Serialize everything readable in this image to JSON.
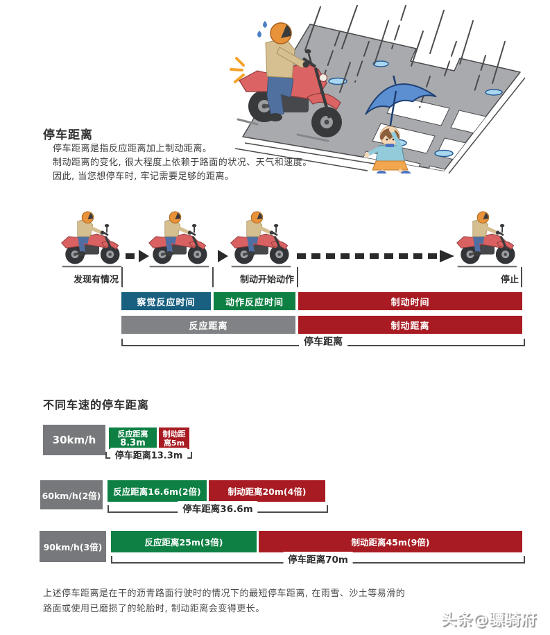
{
  "title": "停车距离",
  "intro_lines": {
    "l1": "停车距离是指反应距离加上制动距离。",
    "l2": "制动距离的变化, 很大程度上依赖于路面的状况、天气和速度。",
    "l3": "因此, 当您想停车时, 牢记需要足够的距离。"
  },
  "sequence_diagram": {
    "stage_labels": {
      "start": "发现有情况",
      "brake_start": "制动开始动作",
      "stop": "停止"
    },
    "time_bars": [
      {
        "label": "察觉反应时间",
        "color": "#185F80"
      },
      {
        "label": "动作反应时间",
        "color": "#0E8044"
      },
      {
        "label": "制动时间",
        "color": "#A81B22"
      }
    ],
    "distance_bars": [
      {
        "label": "反应距离",
        "color": "#808285"
      },
      {
        "label": "制动距离",
        "color": "#A81B22"
      }
    ],
    "total_label": "停车距离"
  },
  "speed_comparison": {
    "heading": "不同车速的停车距离",
    "rows": [
      {
        "speed_label": "30km/h",
        "reaction_line1": "反应距离",
        "reaction_line2": "8.3m",
        "brake_line1": "制动距",
        "brake_line2": "离5m",
        "total_label": "停车距离13.3m",
        "reaction_m": 8.3,
        "brake_m": 5,
        "total_m": 13.3
      },
      {
        "speed_label": "60km/h(2倍)",
        "reaction_label": "反应距离16.6m(2倍)",
        "brake_label": "制动距离20m(4倍)",
        "total_label": "停车距离36.6m",
        "reaction_m": 16.6,
        "brake_m": 20,
        "total_m": 36.6
      },
      {
        "speed_label": "90km/h(3倍)",
        "reaction_label": "反应距离25m(3倍)",
        "brake_label": "制动距离45m(9倍)",
        "total_label": "停车距离70m",
        "reaction_m": 25,
        "brake_m": 45,
        "total_m": 70
      }
    ]
  },
  "footnote": {
    "l1": "上述停车距离是在干的沥青路面行驶时的情况下的最短停车距离, 在雨雪、沙土等易滑的",
    "l2": "路面或使用已磨损了的轮胎时, 制动距离会变得更长。"
  },
  "watermark": "头条@骠骑府",
  "colors": {
    "perception_bar": "#185F80",
    "action_bar": "#0E8044",
    "brake_bar": "#A81B22",
    "reaction_distance_bar": "#808285",
    "speed_box": "#77787B",
    "road": "#A8AAAD"
  },
  "icons": {
    "motorcycle": "motorcycle-icon",
    "arrow": "arrow-right-icon",
    "dashed_arrow": "dashed-arrow-right-icon",
    "umbrella": "umbrella-icon"
  }
}
